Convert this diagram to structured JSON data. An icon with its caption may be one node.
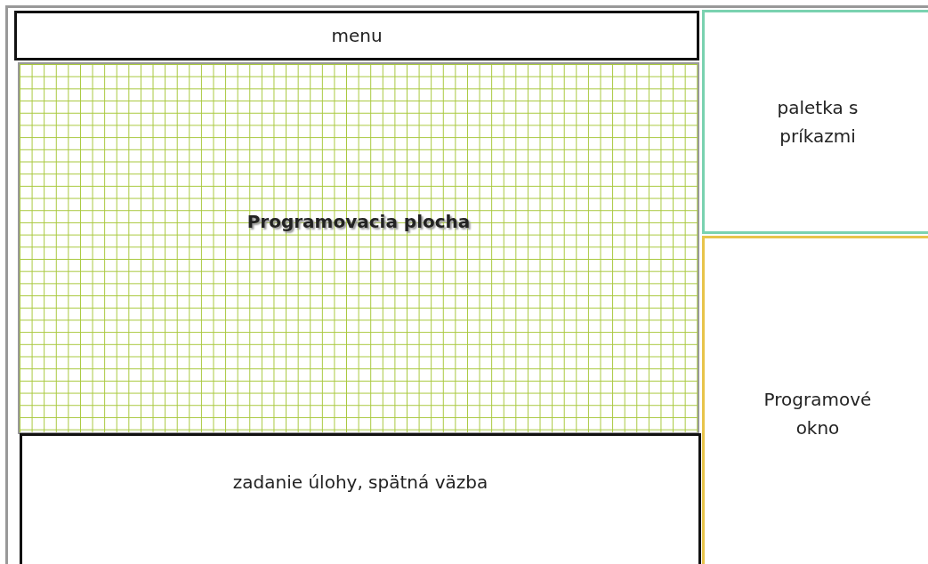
{
  "diagram": {
    "nodes": [
      {
        "text": [
          "menu"
        ]
      },
      {
        "text": [
          "Programovacia plocha"
        ]
      },
      {
        "text": [
          "zadanie úlohy, spätná väzba"
        ]
      },
      {
        "text": [
          "paletka s príkazmi"
        ]
      },
      {
        "text": [
          "Programové okno"
        ]
      }
    ]
  }
}
